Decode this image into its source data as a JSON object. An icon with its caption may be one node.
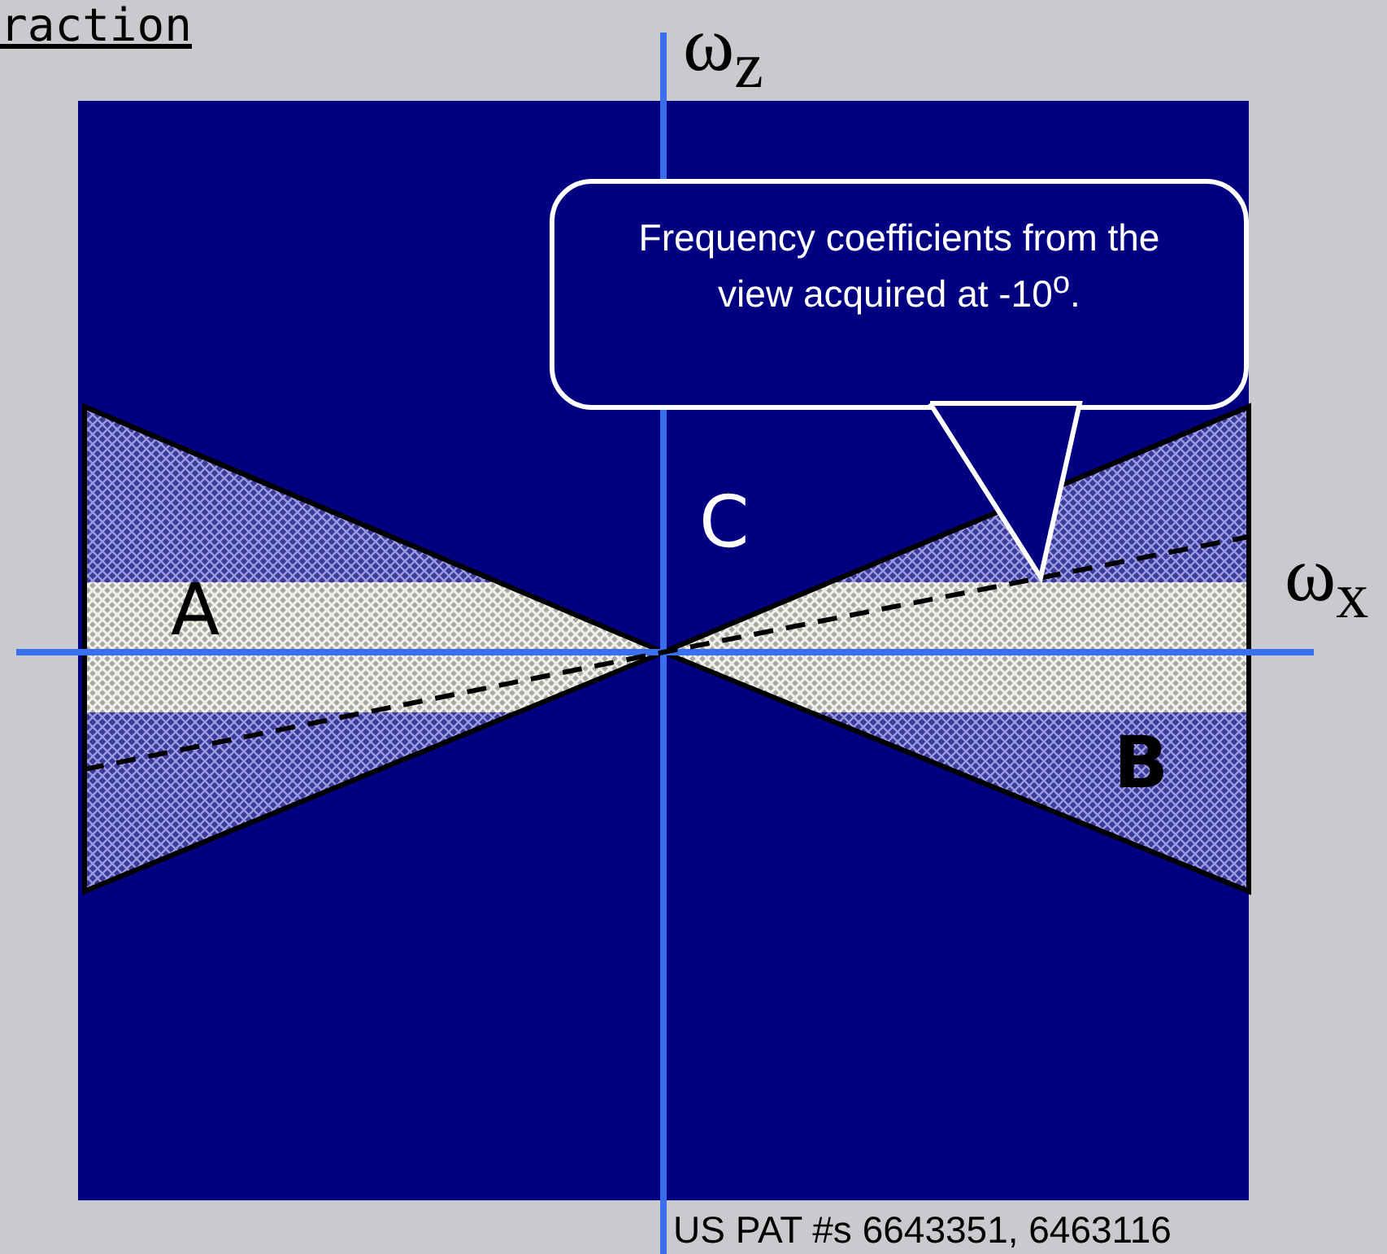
{
  "diagram": {
    "nodes": [
      {
        "text": [
          "Frequency coefficients from the view acquired at -10$^{o}$."
        ]
      },
      {
        "text": [],
        "shape": "line"
      }
    ],
    "edges": [
      {
        "from": 0,
        "to": 1,
        "arrow": "to"
      }
    ],
    "labels": [
      "raction",
      "ω$_{z}$",
      "ω$_{x}$",
      "C",
      "A",
      "B",
      "US PAT #s 6643351, 6463116"
    ]
  }
}
